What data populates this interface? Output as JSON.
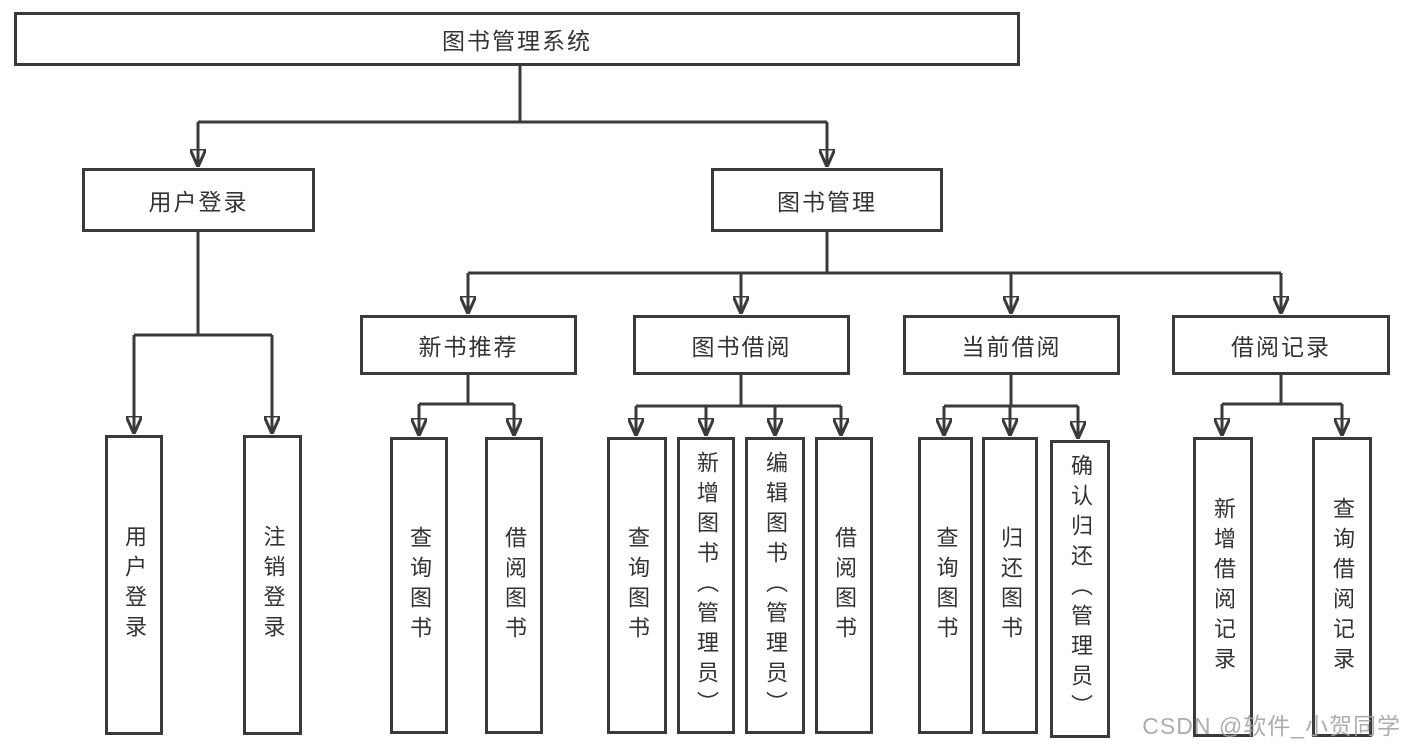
{
  "colors": {
    "line": "#3a3a3a",
    "text": "#333333",
    "box_background": "#ffffff",
    "watermark": "#a4a4a4"
  },
  "watermark": {
    "text": "CSDN @软件_小贺同学"
  },
  "nodes": {
    "root": {
      "label": "图书管理系统"
    },
    "user_login": {
      "label": "用户登录"
    },
    "book_mgmt": {
      "label": "图书管理"
    },
    "new_book": {
      "label": "新书推荐"
    },
    "book_borrow": {
      "label": "图书借阅"
    },
    "current_borrow": {
      "label": "当前借阅"
    },
    "borrow_record": {
      "label": "借阅记录"
    },
    "leaves": {
      "user_login_leaf": "用户登录",
      "logout": "注销登录",
      "nb_query": "查询图书",
      "nb_borrow": "借阅图书",
      "bb_query": "查询图书",
      "bb_add": "新增图书（管理员）",
      "bb_edit": "编辑图书（管理员）",
      "bb_borrow": "借阅图书",
      "cb_query": "查询图书",
      "cb_return": "归还图书",
      "cb_confirm": "确认归还（管理员）",
      "br_add": "新增借阅记录",
      "br_query": "查询借阅记录"
    }
  }
}
